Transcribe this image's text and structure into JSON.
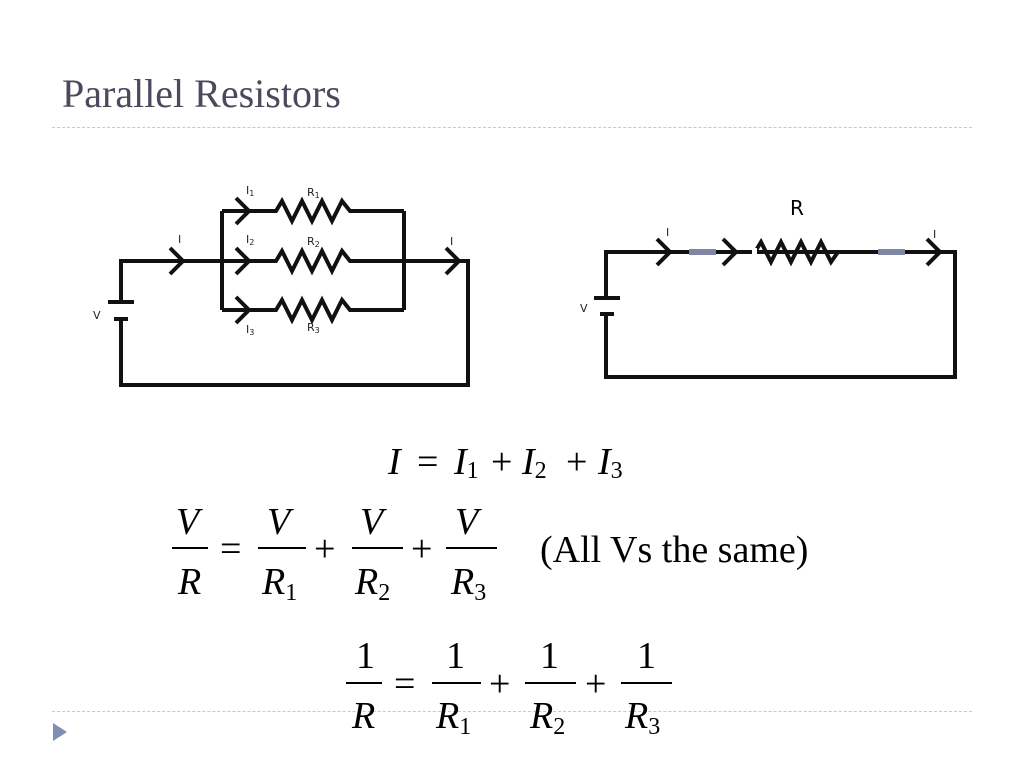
{
  "slide": {
    "title": "Parallel Resistors"
  },
  "parallel_circuit": {
    "source_label": "V",
    "main_current_in": "I",
    "main_current_out": "I",
    "branches": [
      {
        "current": "I",
        "current_sub": "1",
        "resistor": "R",
        "resistor_sub": "1"
      },
      {
        "current": "I",
        "current_sub": "2",
        "resistor": "R",
        "resistor_sub": "2"
      },
      {
        "current": "I",
        "current_sub": "3",
        "resistor": "R",
        "resistor_sub": "3"
      }
    ]
  },
  "equivalent_circuit": {
    "source_label": "V",
    "current_in": "I",
    "current_out": "I",
    "resistor_label": "R"
  },
  "equations": {
    "current_sum": {
      "lhs": "I",
      "terms": [
        {
          "sym": "I",
          "sub": "1"
        },
        {
          "sym": "I",
          "sub": "2"
        },
        {
          "sym": "I",
          "sub": "3"
        }
      ]
    },
    "voltage_fractions": {
      "lhs_num": "V",
      "lhs_den": "R",
      "terms": [
        {
          "num": "V",
          "den": "R",
          "sub": "1"
        },
        {
          "num": "V",
          "den": "R",
          "sub": "2"
        },
        {
          "num": "V",
          "den": "R",
          "sub": "3"
        }
      ],
      "note": "(All Vs the same)"
    },
    "reciprocal_sum": {
      "lhs_num": "1",
      "lhs_den": "R",
      "terms": [
        {
          "num": "1",
          "den": "R",
          "sub": "1"
        },
        {
          "num": "1",
          "den": "R",
          "sub": "2"
        },
        {
          "num": "1",
          "den": "R",
          "sub": "3"
        }
      ]
    },
    "operators": {
      "equals": "=",
      "plus": "+"
    }
  }
}
